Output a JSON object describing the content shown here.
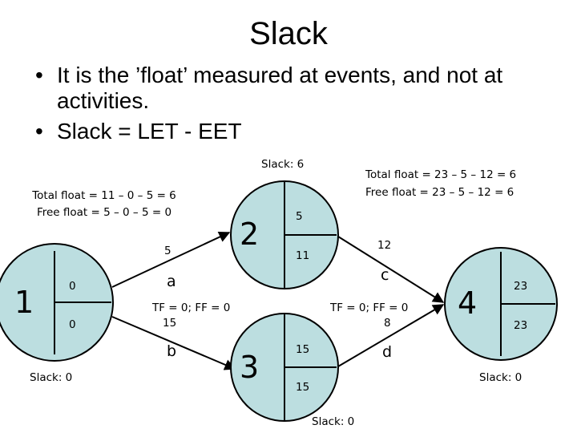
{
  "title": "Slack",
  "bullets": [
    "It is the ’float’ measured at events, and not at activities.",
    "Slack = LET - EET"
  ],
  "colors": {
    "node_fill": "#bcdee0",
    "stroke": "#000000"
  },
  "nodes": [
    {
      "id": "1",
      "eet": "0",
      "let": "0",
      "slack": "Slack: 0"
    },
    {
      "id": "2",
      "eet": "5",
      "let": "11",
      "slack": "Slack: 6"
    },
    {
      "id": "3",
      "eet": "15",
      "let": "15",
      "slack": "Slack: 0"
    },
    {
      "id": "4",
      "eet": "23",
      "let": "23",
      "slack": "Slack: 0"
    }
  ],
  "activities": {
    "a": {
      "name": "a",
      "duration": "5",
      "total_float": "Total float = 11 – 0 – 5 = 6",
      "free_float": "Free float = 5 – 0 – 5 = 0"
    },
    "b": {
      "name": "b",
      "duration": "15",
      "floats": "TF = 0; FF = 0"
    },
    "c": {
      "name": "c",
      "duration": "12",
      "total_float": "Total float = 23 – 5 – 12 = 6",
      "free_float": "Free float = 23 – 5 – 12 = 6"
    },
    "d": {
      "name": "d",
      "duration": "8",
      "floats": "TF = 0; FF = 0"
    }
  }
}
